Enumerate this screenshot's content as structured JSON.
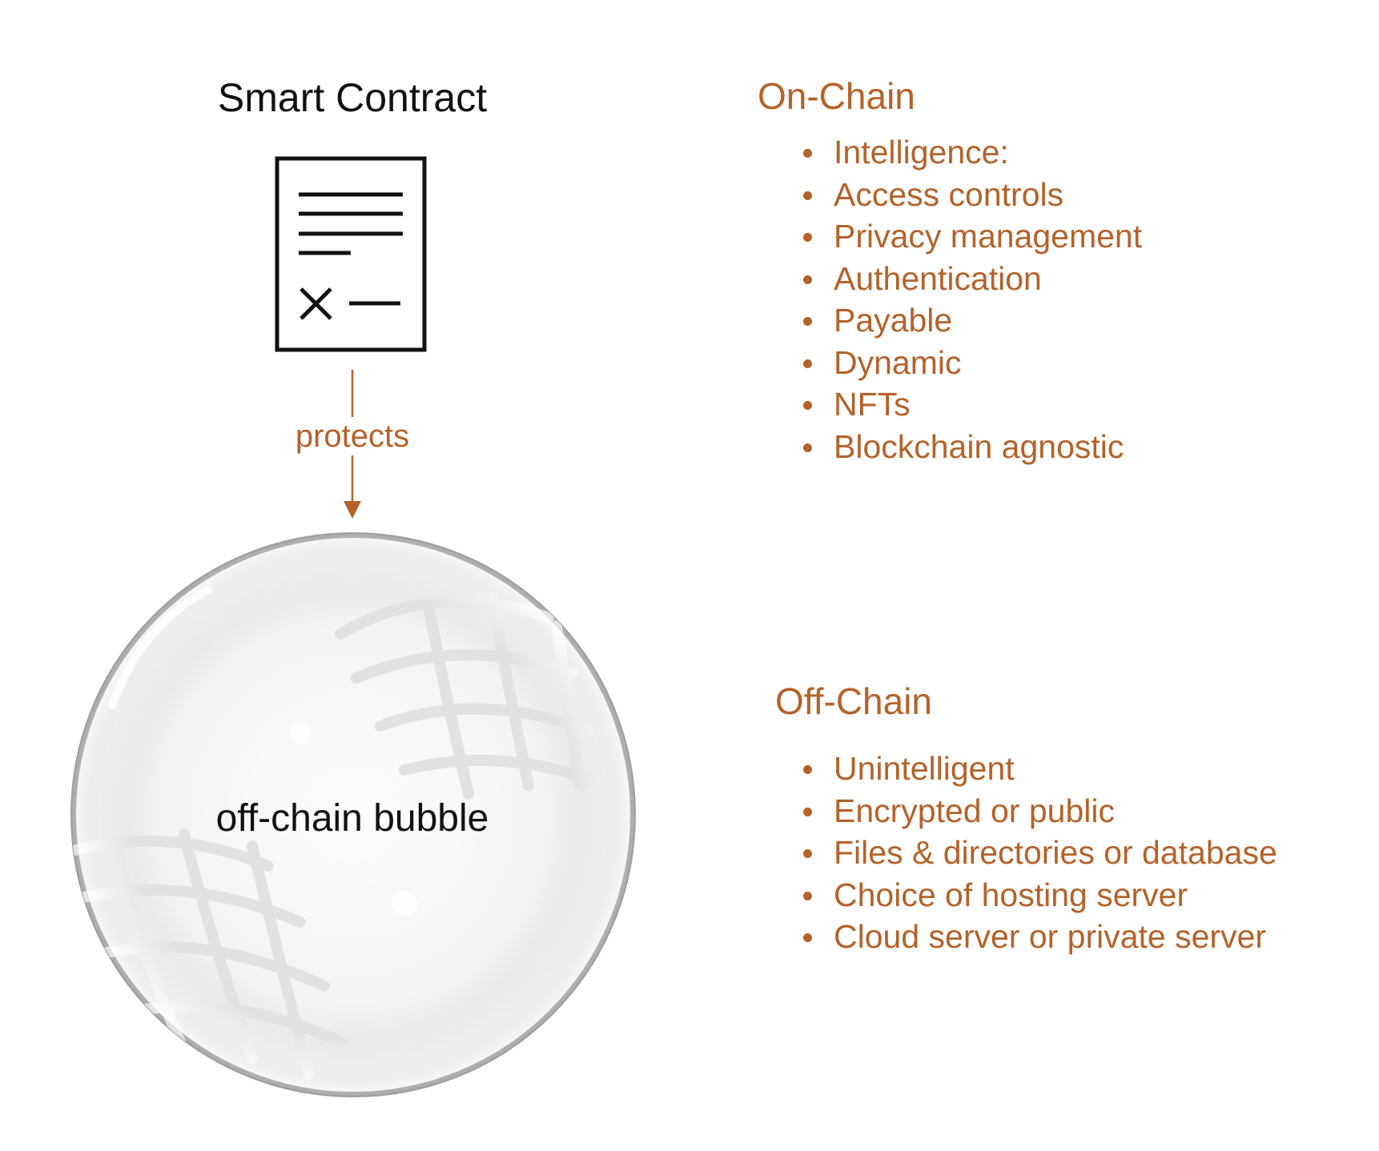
{
  "smart_contract": {
    "title": "Smart Contract",
    "icon": "contract-document-icon"
  },
  "connector": {
    "label": "protects",
    "color": "#b5622a"
  },
  "bubble": {
    "label": "off-chain bubble"
  },
  "on_chain": {
    "heading": "On-Chain",
    "items": [
      "Intelligence:",
      "Access controls",
      "Privacy management",
      "Authentication",
      "Payable",
      "Dynamic",
      "NFTs",
      "Blockchain agnostic"
    ]
  },
  "off_chain": {
    "heading": "Off-Chain",
    "items": [
      "Unintelligent",
      "Encrypted or public",
      "Files & directories or database",
      "Choice of hosting server",
      "Cloud server or private server"
    ]
  },
  "colors": {
    "accent": "#b5622a",
    "text": "#111111"
  }
}
